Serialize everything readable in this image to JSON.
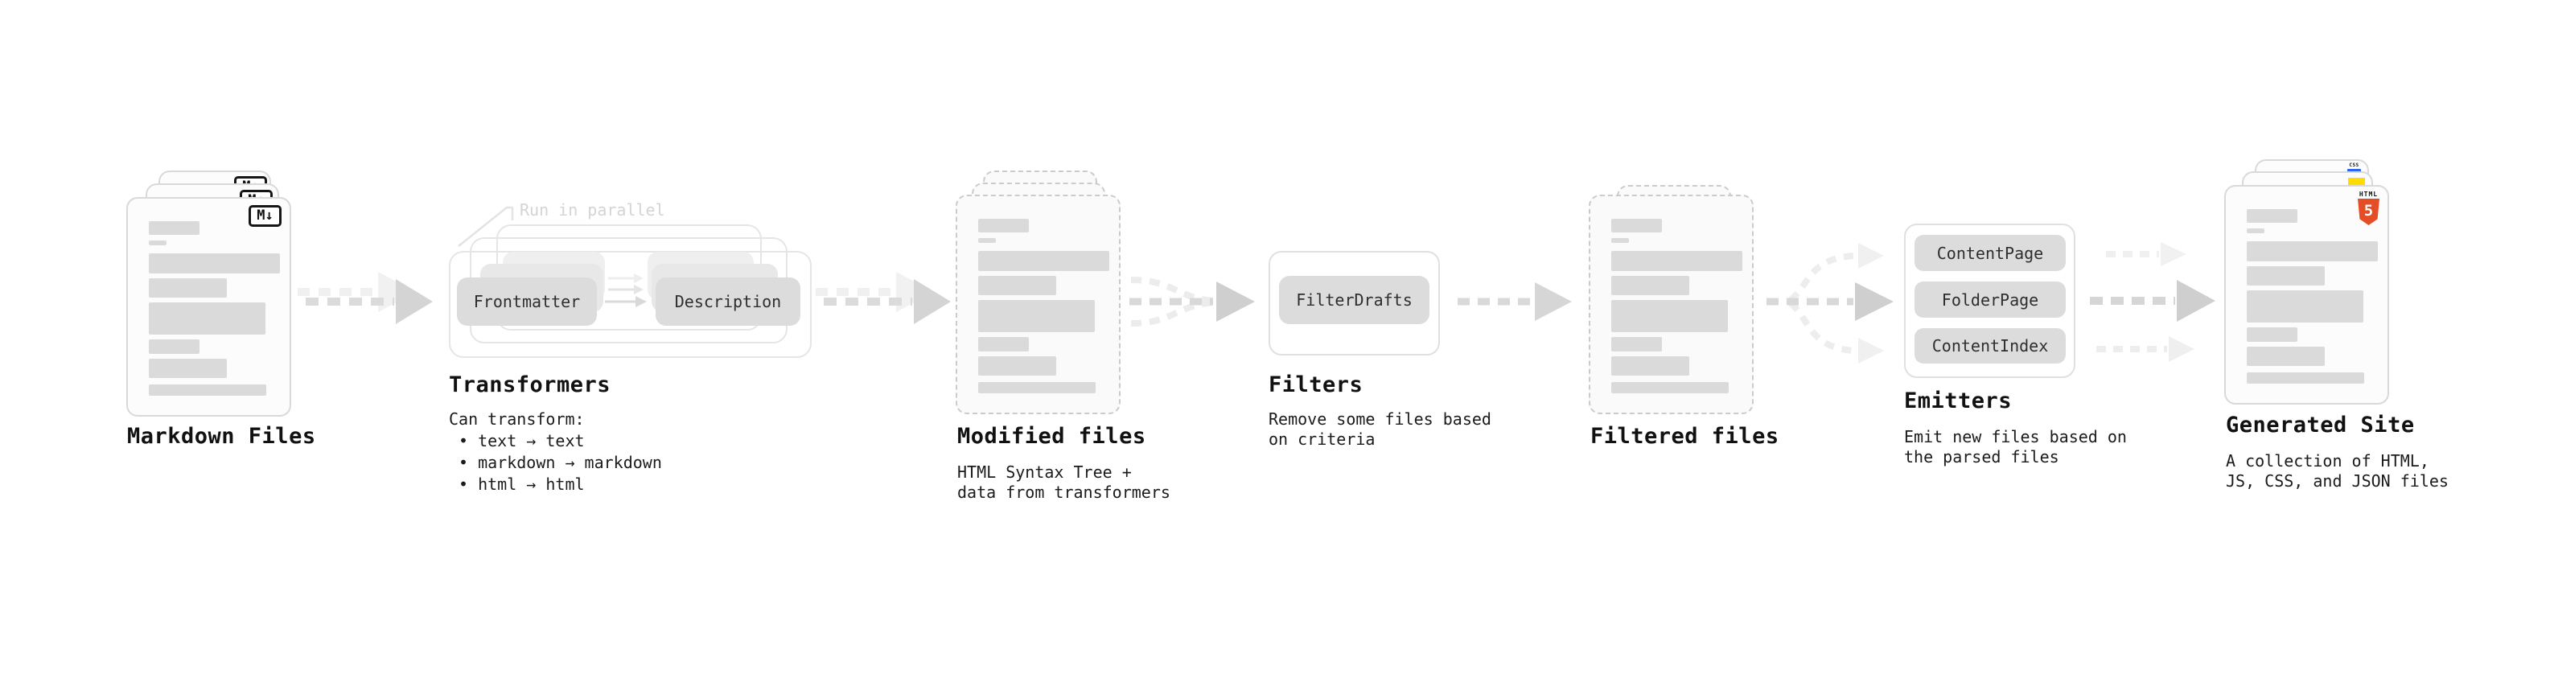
{
  "stages": {
    "markdown": {
      "label": "Markdown Files",
      "file_type_badge": "M↓"
    },
    "transformers": {
      "label": "Transformers",
      "callout": "Run in parallel",
      "boxes": {
        "left": "Frontmatter",
        "right": "Description"
      },
      "desc_title": "Can transform:",
      "bullets": [
        "• text → text",
        "• markdown → markdown",
        "• html → html"
      ]
    },
    "modified": {
      "label": "Modified files",
      "desc": "HTML Syntax Tree +\ndata from transformers"
    },
    "filters": {
      "label": "Filters",
      "box": "FilterDrafts",
      "desc": "Remove some files based\non criteria"
    },
    "filtered": {
      "label": "Filtered files"
    },
    "emitters": {
      "label": "Emitters",
      "boxes": [
        "ContentPage",
        "FolderPage",
        "ContentIndex"
      ],
      "desc": "Emit new files based on\nthe parsed files"
    },
    "generated": {
      "label": "Generated Site",
      "desc": "A collection of HTML,\nJS, CSS, and JSON files",
      "badges": {
        "css": "CSS",
        "html_word": "HTML",
        "html_number": "5"
      }
    }
  },
  "colors": {
    "html5_orange": "#e44d26",
    "js_yellow": "#ffdb00",
    "css_blue": "#2b65f0",
    "box_gray": "#dcdcdc",
    "bar_gray": "#dadada",
    "arrow_gray": "#d4d4d4",
    "label_ink": "#111111"
  }
}
